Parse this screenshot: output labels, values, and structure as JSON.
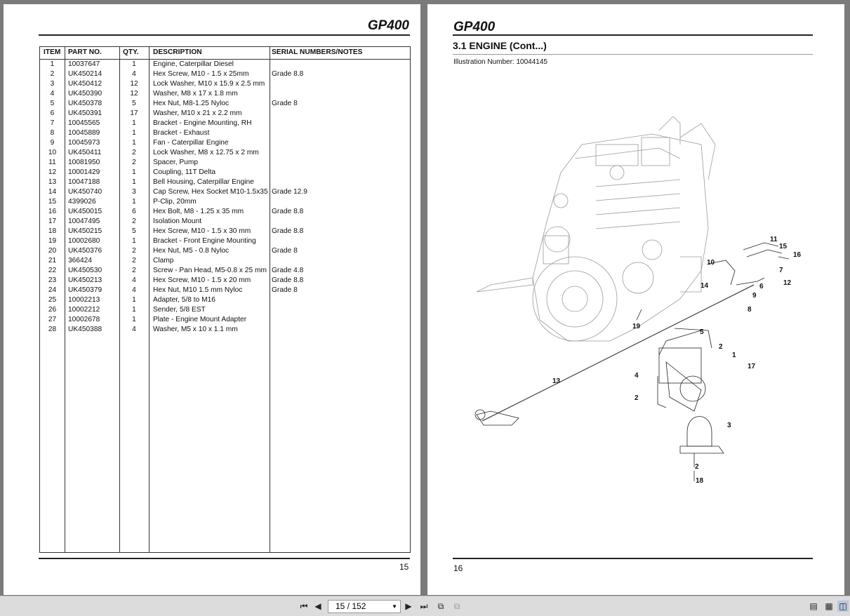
{
  "left_page": {
    "model": "GP400",
    "page_number": "15",
    "table": {
      "headers": [
        "ITEM",
        "PART NO.",
        "QTY.",
        "DESCRIPTION",
        "SERIAL NUMBERS/NOTES"
      ],
      "rows": [
        [
          "1",
          "10037647",
          "1",
          "Engine, Caterpillar Diesel",
          ""
        ],
        [
          "2",
          "UK450214",
          "4",
          "Hex Screw, M10 - 1.5 x 25mm",
          "Grade 8.8"
        ],
        [
          "3",
          "UK450412",
          "12",
          "Lock Washer, M10 x 15.9 x 2.5 mm",
          ""
        ],
        [
          "4",
          "UK450390",
          "12",
          "Washer, M8 x 17 x 1.8 mm",
          ""
        ],
        [
          "5",
          "UK450378",
          "5",
          "Hex Nut, M8-1.25 Nyloc",
          "Grade 8"
        ],
        [
          "6",
          "UK450391",
          "17",
          "Washer, M10 x 21 x 2.2 mm",
          ""
        ],
        [
          "7",
          "10045565",
          "1",
          "Bracket - Engine Mounting, RH",
          ""
        ],
        [
          "8",
          "10045889",
          "1",
          "Bracket - Exhaust",
          ""
        ],
        [
          "9",
          "10045973",
          "1",
          "Fan - Caterpillar Engine",
          ""
        ],
        [
          "10",
          "UK450411",
          "2",
          "Lock Washer, M8 x 12.75 x 2 mm",
          ""
        ],
        [
          "11",
          "10081950",
          "2",
          "Spacer, Pump",
          ""
        ],
        [
          "12",
          "10001429",
          "1",
          "Coupling, 11T Delta",
          ""
        ],
        [
          "13",
          "10047188",
          "1",
          "Bell Housing, Caterpillar Engine",
          ""
        ],
        [
          "14",
          "UK450740",
          "3",
          "Cap Screw, Hex Socket M10-1.5x35",
          "Grade 12.9"
        ],
        [
          "15",
          "4399026",
          "1",
          "P-Clip, 20mm",
          ""
        ],
        [
          "16",
          "UK450015",
          "6",
          "Hex Bolt, M8 - 1.25 x 35 mm",
          "Grade 8.8"
        ],
        [
          "17",
          "10047495",
          "2",
          "Isolation Mount",
          ""
        ],
        [
          "18",
          "UK450215",
          "5",
          "Hex Screw, M10 - 1.5 x 30 mm",
          "Grade 8.8"
        ],
        [
          "19",
          "10002680",
          "1",
          "Bracket - Front Engine Mounting",
          ""
        ],
        [
          "20",
          "UK450376",
          "2",
          "Hex Nut, M5 - 0.8 Nyloc",
          "Grade 8"
        ],
        [
          "21",
          "366424",
          "2",
          "Clamp",
          ""
        ],
        [
          "22",
          "UK450530",
          "2",
          "Screw - Pan Head, M5-0.8 x 25 mm",
          "Grade 4.8"
        ],
        [
          "23",
          "UK450213",
          "4",
          "Hex Screw, M10 - 1.5 x 20 mm",
          "Grade 8.8"
        ],
        [
          "24",
          "UK450379",
          "4",
          "Hex Nut, M10 1.5 mm Nyloc",
          "Grade 8"
        ],
        [
          "25",
          "10002213",
          "1",
          "Adapter, 5/8 to M16",
          ""
        ],
        [
          "26",
          "10002212",
          "1",
          "Sender, 5/8 EST",
          ""
        ],
        [
          "27",
          "10002678",
          "1",
          "Plate - Engine Mount Adapter",
          ""
        ],
        [
          "28",
          "UK450388",
          "4",
          "Washer, M5 x 10 x 1.1 mm",
          ""
        ]
      ]
    }
  },
  "right_page": {
    "model": "GP400",
    "section_title": "3.1 ENGINE (Cont...)",
    "illustration_label": "Illustration Number: 10044145",
    "page_number": "16",
    "callouts": [
      "11",
      "15",
      "16",
      "7",
      "6",
      "12",
      "10",
      "14",
      "9",
      "8",
      "19",
      "5",
      "2",
      "1",
      "17",
      "4",
      "13",
      "2",
      "3",
      "2",
      "18"
    ]
  },
  "toolbar": {
    "first_icon": "first-page-icon",
    "prev_icon": "prev-page-icon",
    "page_indicator": "15 / 152",
    "next_icon": "next-page-icon",
    "last_icon": "last-page-icon"
  }
}
